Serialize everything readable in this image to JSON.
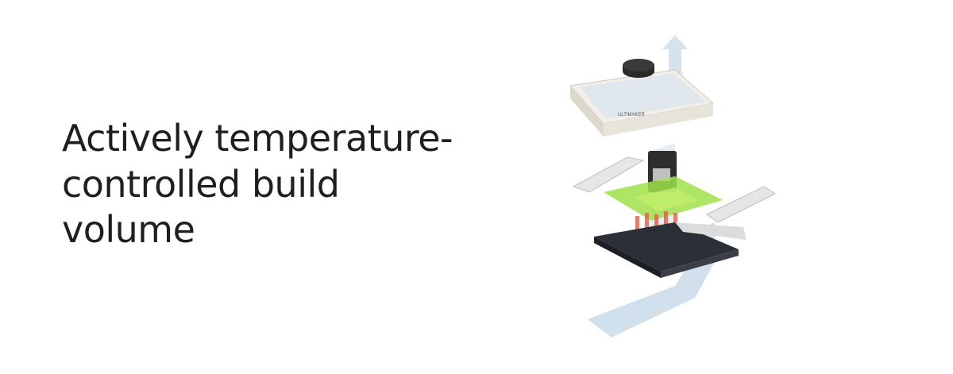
{
  "headline": {
    "line1": "Actively temperature-",
    "line2": "controlled build",
    "line3": "volume"
  },
  "illustration": {
    "logo_text": "ULTIMAKER",
    "colors": {
      "airflow": "#c9daea",
      "heated_plate": "#9fe24a",
      "build_plate": "#2b2f36",
      "lid": "#e8e4dc",
      "heat_arrows": "#d9624a"
    }
  }
}
